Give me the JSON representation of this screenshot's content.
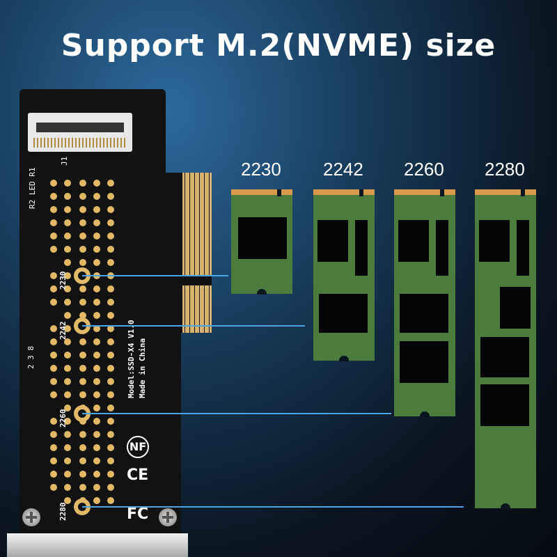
{
  "title": "Support M.2(NVME) size",
  "board": {
    "connector_label": "J1",
    "led_label": "R2 LED R1",
    "model_text": "Model:SSD-X4 V1.0",
    "origin_text": "Made in China",
    "small_label": "2 3 8",
    "cert_marks": [
      "NF",
      "CE",
      "FC"
    ],
    "hole_labels": [
      "2230",
      "2242",
      "2260",
      "2280"
    ]
  },
  "ssd_sizes": [
    {
      "label": "2230"
    },
    {
      "label": "2242"
    },
    {
      "label": "2260"
    },
    {
      "label": "2280"
    }
  ],
  "colors": {
    "pcb": "#121212",
    "gold": "#e1b967",
    "ssd_green": "#4c7b3e",
    "ssd_contacts": "#d89a4a",
    "guide_line": "#49a6e6"
  }
}
